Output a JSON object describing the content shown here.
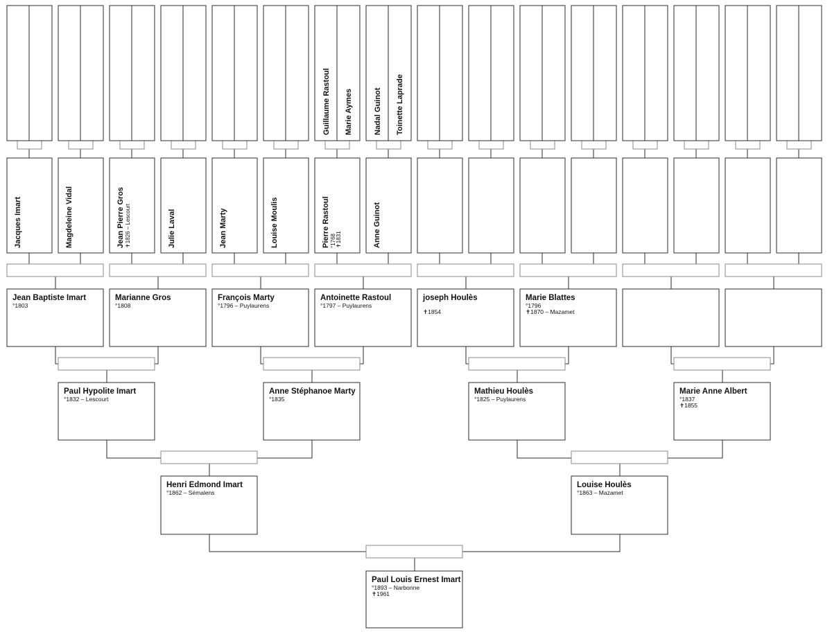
{
  "generations": {
    "gen0": [
      {
        "name": "Paul Louis Ernest Imart",
        "lines": [
          "°1893 – Narbonne",
          "✝1961"
        ]
      }
    ],
    "gen1": [
      {
        "name": "Henri Edmond Imart",
        "lines": [
          "°1862 – Sémalens"
        ]
      },
      {
        "name": "Louise Houlès",
        "lines": [
          "°1863 – Mazamet"
        ]
      }
    ],
    "gen2": [
      {
        "name": "Paul Hypolite Imart",
        "lines": [
          "°1832 – Lescourt"
        ]
      },
      {
        "name": "Anne Stéphanoe Marty",
        "lines": [
          "°1835"
        ]
      },
      {
        "name": "Mathieu Houlès",
        "lines": [
          "°1825 – Puylaurens"
        ]
      },
      {
        "name": "Marie Anne Albert",
        "lines": [
          "°1837",
          "✝1855"
        ]
      }
    ],
    "gen3": [
      {
        "name": "Jean Baptiste Imart",
        "lines": [
          "°1803"
        ]
      },
      {
        "name": "Marianne Gros",
        "lines": [
          "°1808"
        ]
      },
      {
        "name": "François Marty",
        "lines": [
          "°1796 – Puylaurens"
        ]
      },
      {
        "name": "Antoinette Rastoul",
        "lines": [
          "°1797 – Puylaurens"
        ]
      },
      {
        "name": "joseph Houlès",
        "lines": [
          "",
          "✝1854"
        ]
      },
      {
        "name": "Marie Blattes",
        "lines": [
          "°1796",
          "✝1870 – Mazamet"
        ]
      },
      {
        "name": "",
        "lines": []
      },
      {
        "name": "",
        "lines": []
      }
    ],
    "gen4": [
      {
        "name": "Jacques Imart",
        "lines": []
      },
      {
        "name": "Magdeleine Vidal",
        "lines": []
      },
      {
        "name": "Jean Pierre Gros",
        "lines": [
          "✝1826 – Lescourt"
        ]
      },
      {
        "name": "Julie Laval",
        "lines": []
      },
      {
        "name": "Jean Marty",
        "lines": []
      },
      {
        "name": "Louise Moulis",
        "lines": []
      },
      {
        "name": "Pierre Rastoul",
        "lines": [
          "°1768",
          "✝1831"
        ]
      },
      {
        "name": "Anne Guinot",
        "lines": []
      },
      {
        "name": "",
        "lines": []
      },
      {
        "name": "",
        "lines": []
      },
      {
        "name": "",
        "lines": []
      },
      {
        "name": "",
        "lines": []
      },
      {
        "name": "",
        "lines": []
      },
      {
        "name": "",
        "lines": []
      },
      {
        "name": "",
        "lines": []
      },
      {
        "name": "",
        "lines": []
      }
    ],
    "gen5": [
      "",
      "",
      "",
      "",
      "",
      "",
      "",
      "",
      "",
      "",
      "",
      "",
      "Guillaume Rastoul",
      "Marie Aymes",
      "Nadal Guinot",
      "Toinette Laprade",
      "",
      "",
      "",
      "",
      "",
      "",
      "",
      "",
      "",
      "",
      "",
      "",
      "",
      "",
      "",
      ""
    ]
  }
}
